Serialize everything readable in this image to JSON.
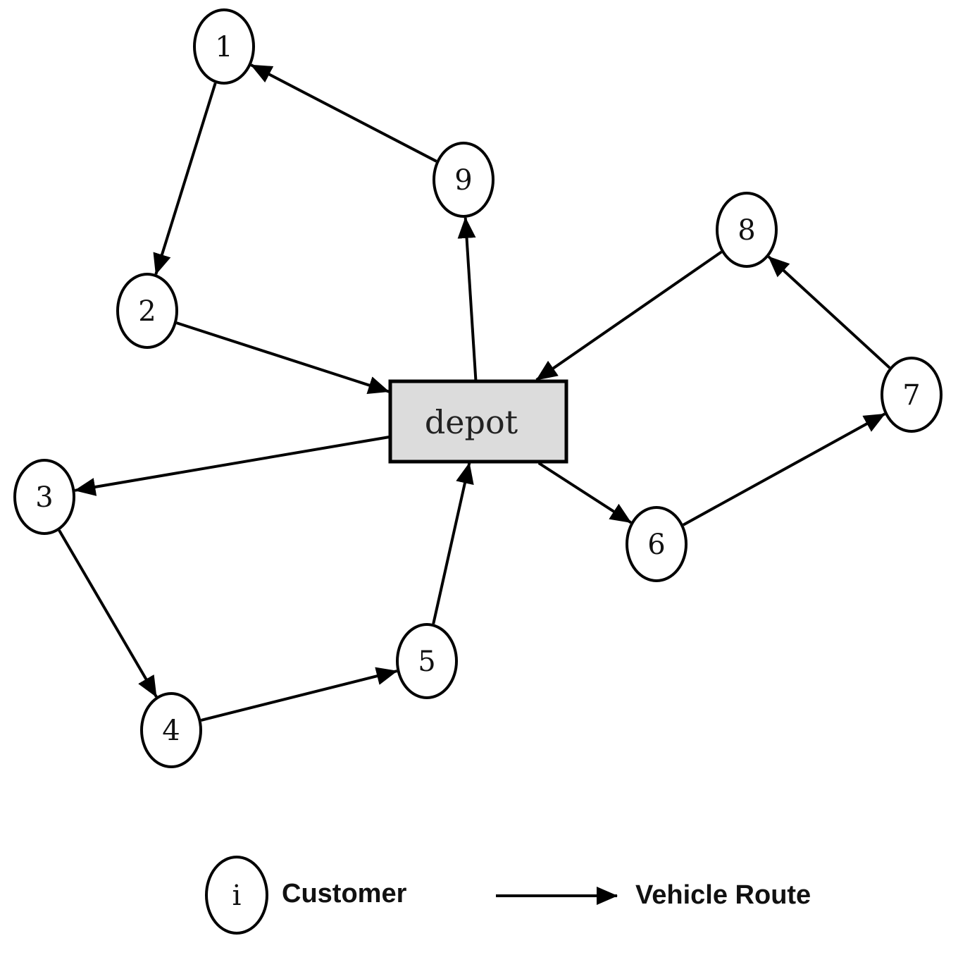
{
  "depot": {
    "label": "depot"
  },
  "customers": [
    {
      "id": "1",
      "label": "1"
    },
    {
      "id": "2",
      "label": "2"
    },
    {
      "id": "3",
      "label": "3"
    },
    {
      "id": "4",
      "label": "4"
    },
    {
      "id": "5",
      "label": "5"
    },
    {
      "id": "6",
      "label": "6"
    },
    {
      "id": "7",
      "label": "7"
    },
    {
      "id": "8",
      "label": "8"
    },
    {
      "id": "9",
      "label": "9"
    }
  ],
  "routes": [
    {
      "from": "2",
      "to": "depot"
    },
    {
      "from": "depot",
      "to": "9"
    },
    {
      "from": "9",
      "to": "1"
    },
    {
      "from": "1",
      "to": "2"
    },
    {
      "from": "8",
      "to": "depot"
    },
    {
      "from": "7",
      "to": "8"
    },
    {
      "from": "6",
      "to": "7"
    },
    {
      "from": "depot",
      "to": "6"
    },
    {
      "from": "depot",
      "to": "3"
    },
    {
      "from": "3",
      "to": "4"
    },
    {
      "from": "4",
      "to": "5"
    },
    {
      "from": "5",
      "to": "depot"
    }
  ],
  "legend": {
    "node_symbol": "i",
    "customer_label": "Customer",
    "route_label": "Vehicle Route"
  }
}
